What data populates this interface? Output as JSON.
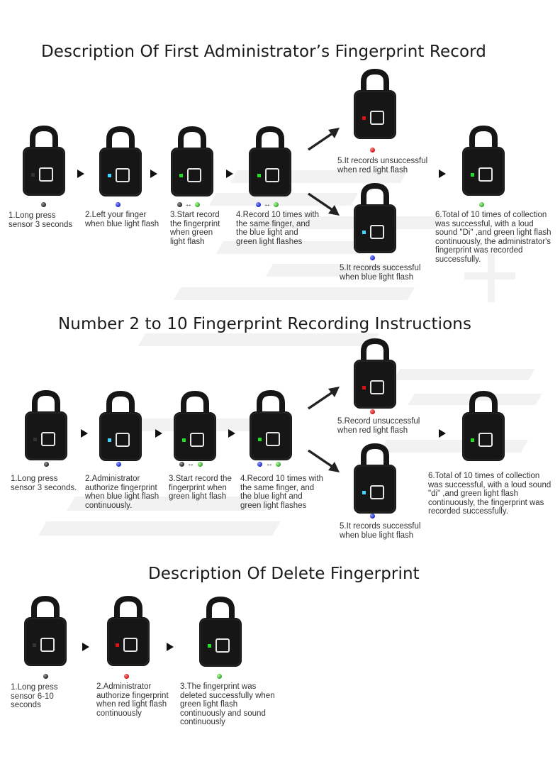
{
  "section1": {
    "title": "Description Of First Administrator’s Fingerprint Record",
    "step1": "1.Long press sensor 3 seconds",
    "step2": "2.Left your finger when blue light flash",
    "step3": "3.Start record the fingerprint when green light flash",
    "step4": "4.Record 10 times with the same finger, and the blue light and green light flashes",
    "step5_fail": "5.It records unsuccessful when red light flash",
    "step5_ok": "5.It records successful when blue light flash",
    "step6": "6.Total of 10 times of collection was successful, with a loud sound \"Di\" ,and green light flash continuously, the administrator's fingerprint was recorded successfully."
  },
  "section2": {
    "title": "Number 2 to 10 Fingerprint Recording Instructions",
    "step1": "1.Long press sensor 3 seconds.",
    "step2": "2.Administrator authorize fingerprint when blue light flash continuously.",
    "step3": "3.Start record the fingerprint when green light flash",
    "step4": "4.Record 10 times with the same finger, and the blue light and green light flashes",
    "step5_fail": "5.Record unsuccessful when red light flash",
    "step5_ok": "5.It records successful when blue light flash",
    "step6": "6.Total of 10 times of collection was successful, with a loud sound \"di\" ,and green light flash continuously, the fingerprint was recorded successfully."
  },
  "section3": {
    "title": "Description Of Delete Fingerprint",
    "step1": "1.Long press sensor 6-10 seconds",
    "step2": "2.Administrator authorize fingerprint when red light flash continuously",
    "step3": "3.The fingerprint was deleted successfully when green light flash continuously and sound continuously"
  },
  "symbols": {
    "double_arrow": "↔"
  },
  "colors": {
    "led_off": "#333333",
    "led_blue": "#3fd6ff",
    "led_green": "#22dd22",
    "led_red": "#dd1111",
    "lock_body": "#161616"
  },
  "icons": {
    "padlock": "fingerprint-padlock-icon",
    "step_arrow": "triangle-arrow-right-icon",
    "branch_arrow": "diagonal-arrow-icon"
  }
}
